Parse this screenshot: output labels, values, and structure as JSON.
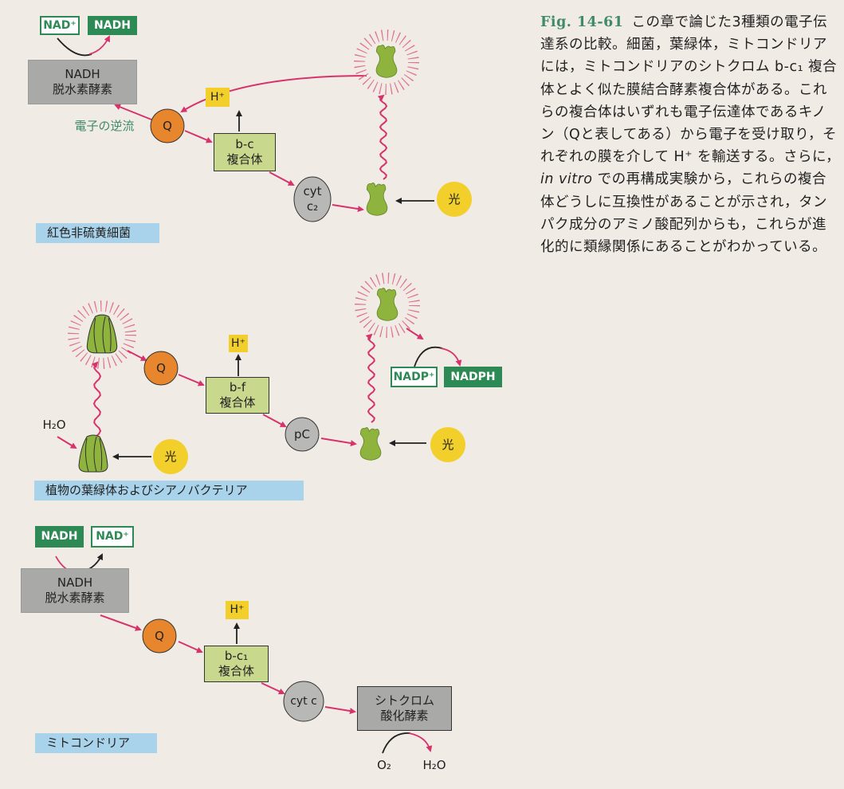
{
  "caption": {
    "fig_label": "Fig. 14-61",
    "lines": [
      "この章で論じた3種類の電子伝",
      "達系の比較。細菌，葉緑体，ミトコンドリア",
      "には，ミトコンドリアのシトクロム b-c₁ 複合",
      "体とよく似た膜結合酵素複合体がある。これ",
      "らの複合体はいずれも電子伝達体であるキノ",
      "ン（Qと表してある）から電子を受け取り，そ",
      "れぞれの膜を介して H⁺ を輸送する。さらに，",
      "での再構成実験から，これらの複合",
      "体どうしに互換性があることが示され，タン",
      "パク成分のアミノ酸配列からも，これらが進",
      "化的に類縁関係にあることがわかっている。"
    ],
    "italic_term": "in vitro"
  },
  "bacteria": {
    "nad_plus": "NAD⁺",
    "nadh": "NADH",
    "dehydrogenase": [
      "NADH",
      "脱水素酵素"
    ],
    "reverse_flow": "電子の逆流",
    "quinone": "Q",
    "proton": "H⁺",
    "complex": [
      "b-c",
      "複合体"
    ],
    "cytochrome": [
      "cyt",
      "c₂"
    ],
    "light": "光",
    "title": "紅色非硫黄細菌"
  },
  "chloroplast": {
    "quinone": "Q",
    "proton": "H⁺",
    "complex": [
      "b-f",
      "複合体"
    ],
    "plastocyanin": "pC",
    "water": "H₂O",
    "light_left": "光",
    "light_right": "光",
    "nadp_plus": "NADP⁺",
    "nadph": "NADPH",
    "title": "植物の葉緑体およびシアノバクテリア"
  },
  "mitochondria": {
    "nadh": "NADH",
    "nad_plus": "NAD⁺",
    "dehydrogenase": [
      "NADH",
      "脱水素酵素"
    ],
    "quinone": "Q",
    "proton": "H⁺",
    "complex": [
      "b-c₁",
      "複合体"
    ],
    "cytochrome": "cyt c",
    "oxidase": [
      "シトクロム",
      "酸化酵素"
    ],
    "oxygen": "O₂",
    "water": "H₂O",
    "title": "ミトコンドリア"
  },
  "colors": {
    "electron_arrow": "#d6336c",
    "quinone": "#e8862e",
    "protein": "#8fb43e",
    "light": "#f2cf2a",
    "label_bg": "#a8d3ea",
    "nad_green": "#2e8a55"
  }
}
